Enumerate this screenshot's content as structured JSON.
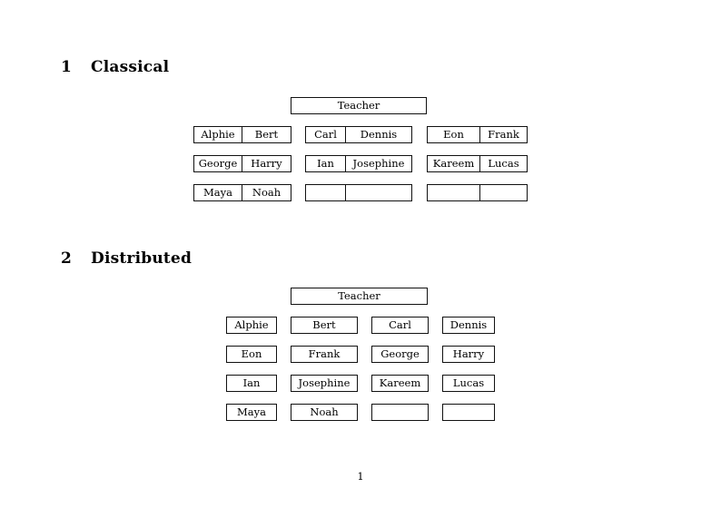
{
  "document": {
    "page_number": "1",
    "background_color": "#ffffff",
    "text_color": "#000000",
    "border_color": "#111111"
  },
  "sections": [
    {
      "number": "1",
      "title": "Classical",
      "teacher_label": "Teacher",
      "layout": "three-groups-of-paired-cells",
      "groups": [
        {
          "rows": [
            [
              "Alphie",
              "Bert"
            ],
            [
              "George",
              "Harry"
            ],
            [
              "Maya",
              "Noah"
            ]
          ]
        },
        {
          "rows": [
            [
              "Carl",
              "Dennis"
            ],
            [
              "Ian",
              "Josephine"
            ],
            [
              "",
              ""
            ]
          ]
        },
        {
          "rows": [
            [
              "Eon",
              "Frank"
            ],
            [
              "Kareem",
              "Lucas"
            ],
            [
              "",
              ""
            ]
          ]
        }
      ]
    },
    {
      "number": "2",
      "title": "Distributed",
      "teacher_label": "Teacher",
      "layout": "four-separate-boxes-per-row",
      "rows": [
        [
          "Alphie",
          "Bert",
          "Carl",
          "Dennis"
        ],
        [
          "Eon",
          "Frank",
          "George",
          "Harry"
        ],
        [
          "Ian",
          "Josephine",
          "Kareem",
          "Lucas"
        ],
        [
          "Maya",
          "Noah",
          "",
          ""
        ]
      ]
    }
  ]
}
